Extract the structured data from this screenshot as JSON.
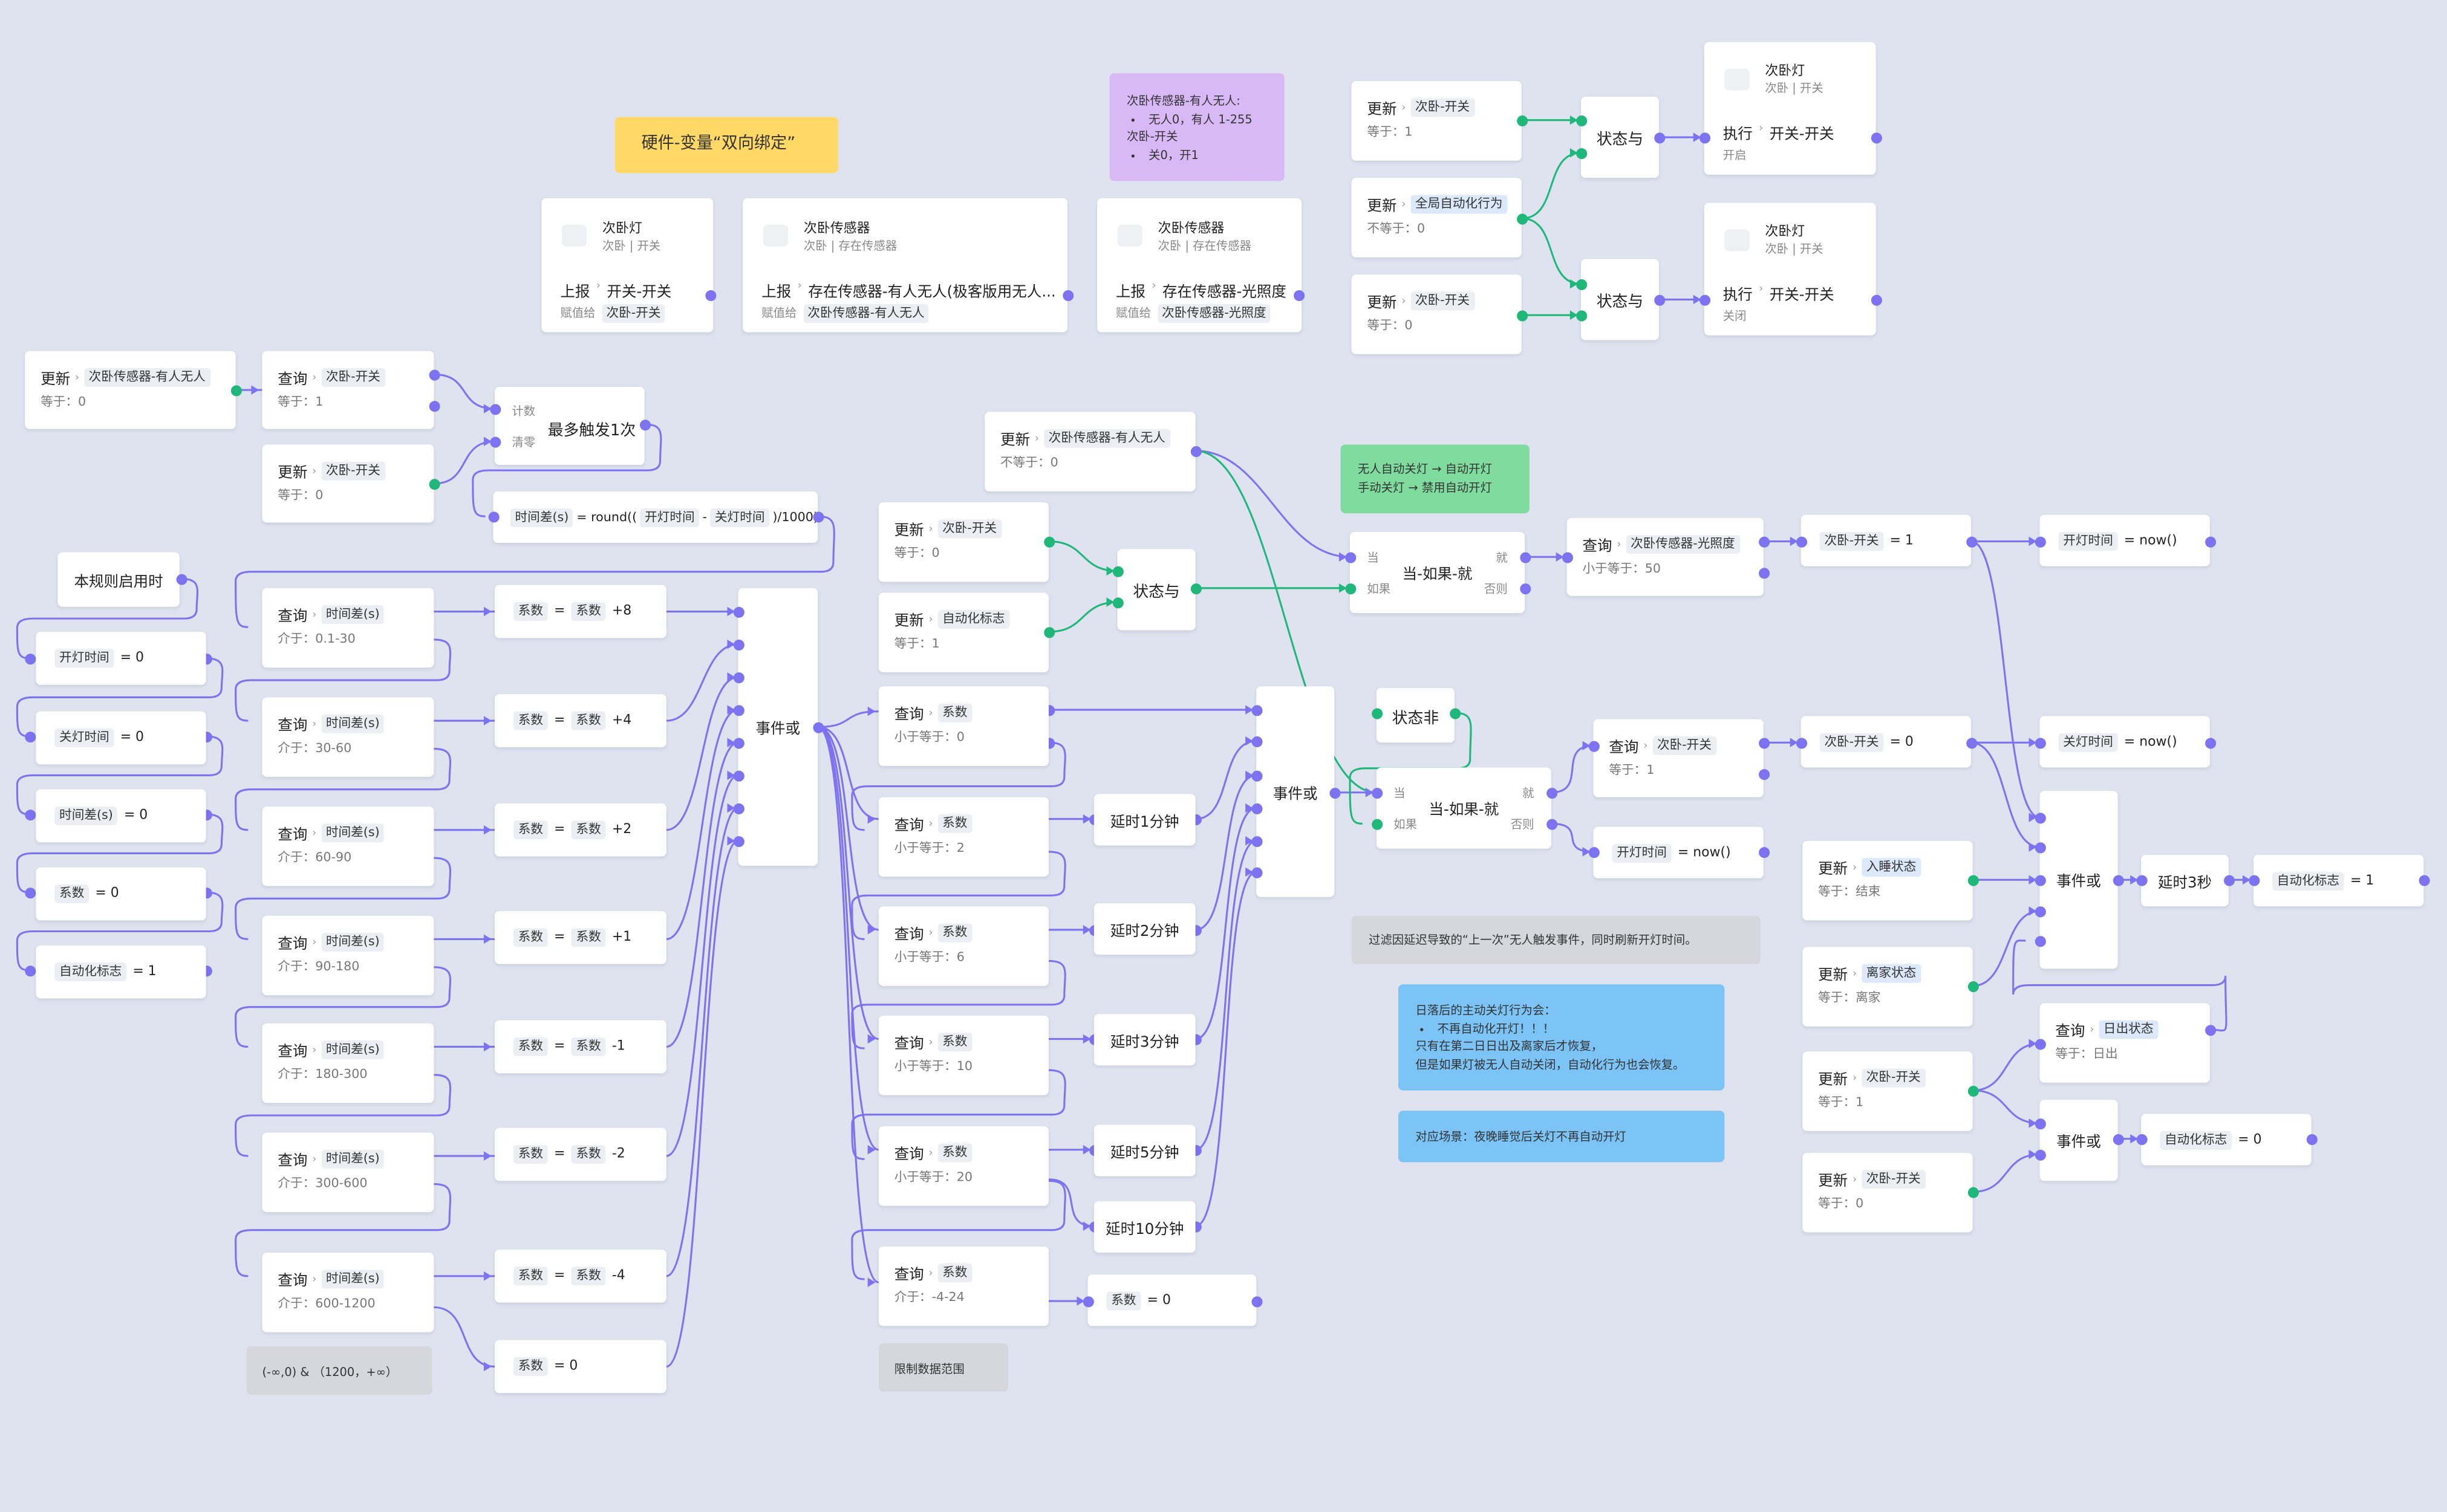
{
  "title_note": "硬件-变量“双向绑定”",
  "device_note": {
    "l1": "次卧传感器-有人无人:",
    "b1": "无人0，有人 1-255",
    "l2": "次卧-开关",
    "b2": "关0，开1"
  },
  "nodes": {
    "d1": {
      "name": "次卧灯",
      "sub": "次卧 | 开关",
      "act": "上报",
      "var": "开关-开关",
      "assign": "赋值给",
      "target": "次卧-开关"
    },
    "d2": {
      "name": "次卧传感器",
      "sub": "次卧 | 存在传感器",
      "act": "上报",
      "var": "存在传感器-有人无人(极客版用无人...",
      "assign": "赋值给",
      "target": "次卧传感器-有人无人"
    },
    "d3": {
      "name": "次卧传感器",
      "sub": "次卧 | 存在传感器",
      "act": "上报",
      "var": "存在传感器-光照度",
      "assign": "赋值给",
      "target": "次卧传感器-光照度"
    },
    "t1": {
      "act": "更新",
      "var": "次卧-开关",
      "cond": "等于：1"
    },
    "t2": {
      "act": "更新",
      "var": "全局自动化行为",
      "cond": "不等于：0"
    },
    "t3": {
      "act": "更新",
      "var": "次卧-开关",
      "cond": "等于：0"
    },
    "and1": {
      "label": "状态与"
    },
    "and2": {
      "label": "状态与"
    },
    "e1": {
      "name": "次卧灯",
      "sub": "次卧 | 开关",
      "act": "执行",
      "var": "开关-开关",
      "val": "开启"
    },
    "e2": {
      "name": "次卧灯",
      "sub": "次卧 | 开关",
      "act": "执行",
      "var": "开关-开关",
      "val": "关闭"
    },
    "u1": {
      "act": "更新",
      "var": "次卧传感器-有人无人",
      "cond": "等于：0"
    },
    "q1": {
      "act": "查询",
      "var": "次卧-开关",
      "cond": "等于：1"
    },
    "u2": {
      "act": "更新",
      "var": "次卧-开关",
      "cond": "等于：0"
    },
    "once": {
      "label": "最多触发1次",
      "in1": "计数",
      "in2": "清零"
    },
    "diff": {
      "var": "时间差(s)",
      "op": "= round(( ",
      "a": "开灯时间",
      "minus": " - ",
      "b": "关灯时间",
      "end": " )/1000)"
    },
    "enable": {
      "label": "本规则启用时"
    },
    "init": [
      {
        "var": "开灯时间",
        "val": "= 0"
      },
      {
        "var": "关灯时间",
        "val": "= 0"
      },
      {
        "var": "时间差(s)",
        "val": "= 0"
      },
      {
        "var": "系数",
        "val": "= 0"
      },
      {
        "var": "自动化标志",
        "val": "= 1"
      }
    ],
    "ranges": [
      {
        "act": "查询",
        "var": "时间差(s)",
        "cond": "介于：0.1-30"
      },
      {
        "act": "查询",
        "var": "时间差(s)",
        "cond": "介于：30-60"
      },
      {
        "act": "查询",
        "var": "时间差(s)",
        "cond": "介于：60-90"
      },
      {
        "act": "查询",
        "var": "时间差(s)",
        "cond": "介于：90-180"
      },
      {
        "act": "查询",
        "var": "时间差(s)",
        "cond": "介于：180-300"
      },
      {
        "act": "查询",
        "var": "时间差(s)",
        "cond": "介于：300-600"
      },
      {
        "act": "查询",
        "var": "时间差(s)",
        "cond": "介于：600-1200"
      }
    ],
    "coefs": [
      {
        "var": "系数",
        "op": "=",
        "ref": "系数",
        "d": "+8"
      },
      {
        "var": "系数",
        "op": "=",
        "ref": "系数",
        "d": "+4"
      },
      {
        "var": "系数",
        "op": "=",
        "ref": "系数",
        "d": "+2"
      },
      {
        "var": "系数",
        "op": "=",
        "ref": "系数",
        "d": "+1"
      },
      {
        "var": "系数",
        "op": "=",
        "ref": "系数",
        "d": "-1"
      },
      {
        "var": "系数",
        "op": "=",
        "ref": "系数",
        "d": "-2"
      },
      {
        "var": "系数",
        "op": "=",
        "ref": "系数",
        "d": "-4"
      }
    ],
    "coef0": {
      "var": "系数",
      "val": "= 0"
    },
    "rangeNote": "(-∞,0) & （1200，+∞）",
    "limitNote": "限制数据范围",
    "or1": {
      "label": "事件或"
    },
    "u3": {
      "act": "更新",
      "var": "次卧传感器-有人无人",
      "cond": "不等于：0"
    },
    "u4": {
      "act": "更新",
      "var": "次卧-开关",
      "cond": "等于：0"
    },
    "u5": {
      "act": "更新",
      "var": "自动化标志",
      "cond": "等于：1"
    },
    "and3": {
      "label": "状态与"
    },
    "qc": [
      {
        "act": "查询",
        "var": "系数",
        "cond": "小于等于：0"
      },
      {
        "act": "查询",
        "var": "系数",
        "cond": "小于等于：2"
      },
      {
        "act": "查询",
        "var": "系数",
        "cond": "小于等于：6"
      },
      {
        "act": "查询",
        "var": "系数",
        "cond": "小于等于：10"
      },
      {
        "act": "查询",
        "var": "系数",
        "cond": "小于等于：20"
      },
      {
        "act": "查询",
        "var": "系数",
        "cond": "介于：-4-24"
      }
    ],
    "delays": [
      "延时1分钟",
      "延时2分钟",
      "延时3分钟",
      "延时5分钟",
      "延时10分钟"
    ],
    "coef0b": {
      "var": "系数",
      "val": "= 0"
    },
    "or2": {
      "label": "事件或"
    },
    "greenNote": {
      "l1": "无人自动关灯 → 自动开灯",
      "l2": "手动关灯 → 禁用自动开灯"
    },
    "if1": {
      "label": "当-如果-就",
      "when": "当",
      "if": "如果",
      "then": "就",
      "else": "否则"
    },
    "ql": {
      "act": "查询",
      "var": "次卧传感器-光照度",
      "cond": "小于等于：50"
    },
    "s1": {
      "var": "次卧-开关",
      "val": "= 1"
    },
    "s2": {
      "var": "开灯时间",
      "val": "= now()"
    },
    "not1": {
      "label": "状态非"
    },
    "if2": {
      "label": "当-如果-就",
      "when": "当",
      "if": "如果",
      "then": "就",
      "else": "否则"
    },
    "q2": {
      "act": "查询",
      "var": "次卧-开关",
      "cond": "等于：1"
    },
    "s3": {
      "var": "开灯时间",
      "val": "= now()"
    },
    "s4": {
      "var": "次卧-开关",
      "val": "= 0"
    },
    "s5": {
      "var": "关灯时间",
      "val": "= now()"
    },
    "grayNote": "过滤因延迟导致的“上一次”无人触发事件，同时刷新开灯时间。",
    "blueNote1": {
      "l1": "日落后的主动关灯行为会：",
      "b1": "不再自动化开灯！！！",
      "l2": "只有在第二日日出及离家后才恢复，",
      "l3": "但是如果灯被无人自动关闭，自动化行为也会恢复。"
    },
    "blueNote2": "对应场景：夜晚睡觉后关灯不再自动开灯",
    "u6": {
      "act": "更新",
      "var": "入睡状态",
      "cond": "等于：结束"
    },
    "u7": {
      "act": "更新",
      "var": "离家状态",
      "cond": "等于：离家"
    },
    "q3": {
      "act": "查询",
      "var": "日出状态",
      "cond": "等于：日出"
    },
    "u8": {
      "act": "更新",
      "var": "次卧-开关",
      "cond": "等于：1"
    },
    "u9": {
      "act": "更新",
      "var": "次卧-开关",
      "cond": "等于：0"
    },
    "or3": {
      "label": "事件或"
    },
    "d3s": {
      "label": "延时3秒"
    },
    "s6": {
      "var": "自动化标志",
      "val": "= 1"
    },
    "or4": {
      "label": "事件或"
    },
    "s7": {
      "var": "自动化标志",
      "val": "= 0"
    }
  }
}
